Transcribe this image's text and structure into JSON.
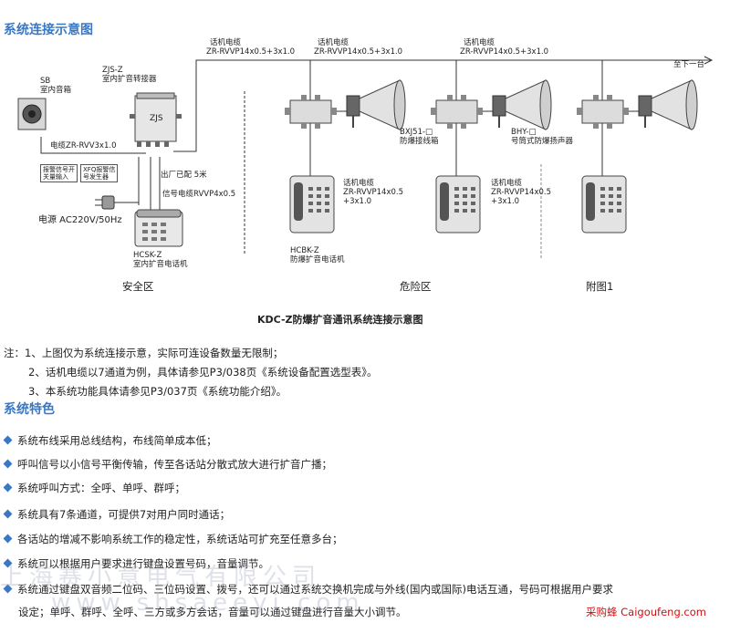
{
  "section1_title": "系统连接示意图",
  "diagram": {
    "cable_top_1_a": "话机电缆",
    "cable_top_1_b": "ZR-RVVP14x0.5+3x1.0",
    "cable_top_2_a": "话机电缆",
    "cable_top_2_b": "ZR-RVVP14x0.5+3x1.0",
    "cable_top_3_a": "话机电缆",
    "cable_top_3_b": "ZR-RVVP14x0.5+3x1.0",
    "to_next": "至下一台",
    "sb_a": "SB",
    "sb_b": "室内音箱",
    "zjs_a": "ZJS-Z",
    "zjs_b": "室内扩音转接器",
    "zjs_box": "ZJS",
    "speaker_cable": "电缆ZR-RVV3x1.0",
    "alarm_input_a": "报警信号开",
    "alarm_input_b": "关量输入",
    "xfq_a": "XFQ报警信",
    "xfq_b": "号发生器",
    "out_factory": "出厂已配 5米",
    "signal_cable": "信号电缆RVVP4x0.5",
    "power": "电源 AC220V/50Hz",
    "hcsk_a": "HCSK-Z",
    "hcsk_b": "室内扩音电话机",
    "bxj_a": "BXJ51-□",
    "bxj_b": "防爆接线箱",
    "bhy_a": "BHY-□",
    "bhy_b": "号筒式防爆扬声器",
    "cable_mid_1_a": "话机电缆",
    "cable_mid_1_b": "ZR-RVVP14x0.5",
    "cable_mid_1_c": "+3x1.0",
    "cable_mid_2_a": "话机电缆",
    "cable_mid_2_b": "ZR-RVVP14x0.5",
    "cable_mid_2_c": "+3x1.0",
    "hcbk_a": "HCBK-Z",
    "hcbk_b": "防爆扩音电话机",
    "zone_safe": "安全区",
    "zone_danger": "危险区",
    "zone_fig": "附图1",
    "caption": "KDC-Z防爆扩音通讯系统连接示意图"
  },
  "notes": [
    "注：1、上图仅为系统连接示意，实际可连设备数量无限制；",
    "2、话机电缆以7通道为例，具体请参见P3/038页《系统设备配置选型表》。",
    "3、本系统功能具体请参见P3/037页《系统功能介绍》。"
  ],
  "section2_title": "系统特色",
  "features": [
    "系统布线采用总线结构，布线简单成本低；",
    "呼叫信号以小信号平衡传输，传至各话站分散式放大进行扩音广播；",
    "系统呼叫方式：全呼、单呼、群呼；",
    "系统具有7条通道，可提供7对用户同时通话；",
    "各话站的增减不影响系统工作的稳定性，系统话站可扩充至任意多台；",
    "系统可以根据用户要求进行键盘设置号码，音量调节。",
    "系统通过键盘双音频二位码、三位码设置、拨号，还可以通过系统交换机完成与外线(国内或国际)电话互通，号码可根据用户要求"
  ],
  "feature_continuation": "设定；单呼、群呼、全呼、三方或多方会话，音量可以通过键盘进行音量大小调节。",
  "watermark_cn": "上海赛小意电气有限公司",
  "watermark_url": "www.shsaeeyi.com",
  "watermark_brand": "采购蜂 Caigoufeng.com",
  "colors": {
    "accent": "#3a78c4",
    "brand_red": "#d01010"
  }
}
